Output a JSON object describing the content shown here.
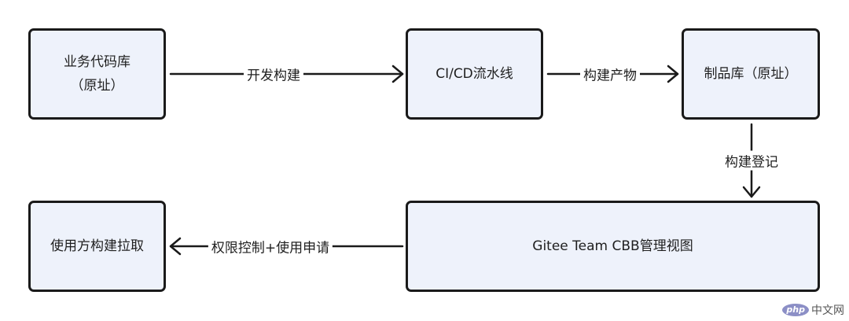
{
  "nodes": {
    "repo": {
      "line1": "业务代码库",
      "line2": "（原址）"
    },
    "pipeline": {
      "label": "CI/CD流水线"
    },
    "artifact": {
      "label": "制品库（原址）"
    },
    "cbb": {
      "label": "Gitee Team CBB管理视图"
    },
    "consumer": {
      "label": "使用方构建拉取"
    }
  },
  "edges": {
    "repo_to_pipeline": "开发构建",
    "pipeline_to_artifact": "构建产物",
    "artifact_to_cbb": "构建登记",
    "cbb_to_consumer": "权限控制+使用申请"
  },
  "watermark": {
    "logo": "php",
    "text": "中文网"
  },
  "colors": {
    "node_fill": "#eef2fb",
    "stroke": "#1a1a1a"
  }
}
